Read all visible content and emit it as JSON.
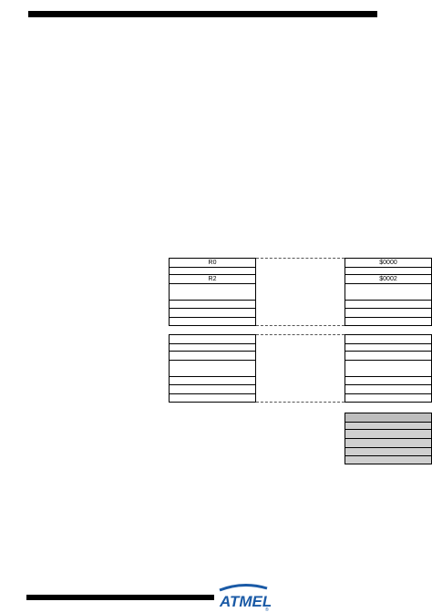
{
  "register_file": {
    "left_labels": [
      "R0",
      "",
      "R2",
      "",
      "",
      "",
      ""
    ],
    "right_labels": [
      "$0000",
      "",
      "$0002",
      "",
      "",
      "",
      ""
    ]
  },
  "logo": {
    "text": "ATMEL",
    "mark": "®"
  }
}
